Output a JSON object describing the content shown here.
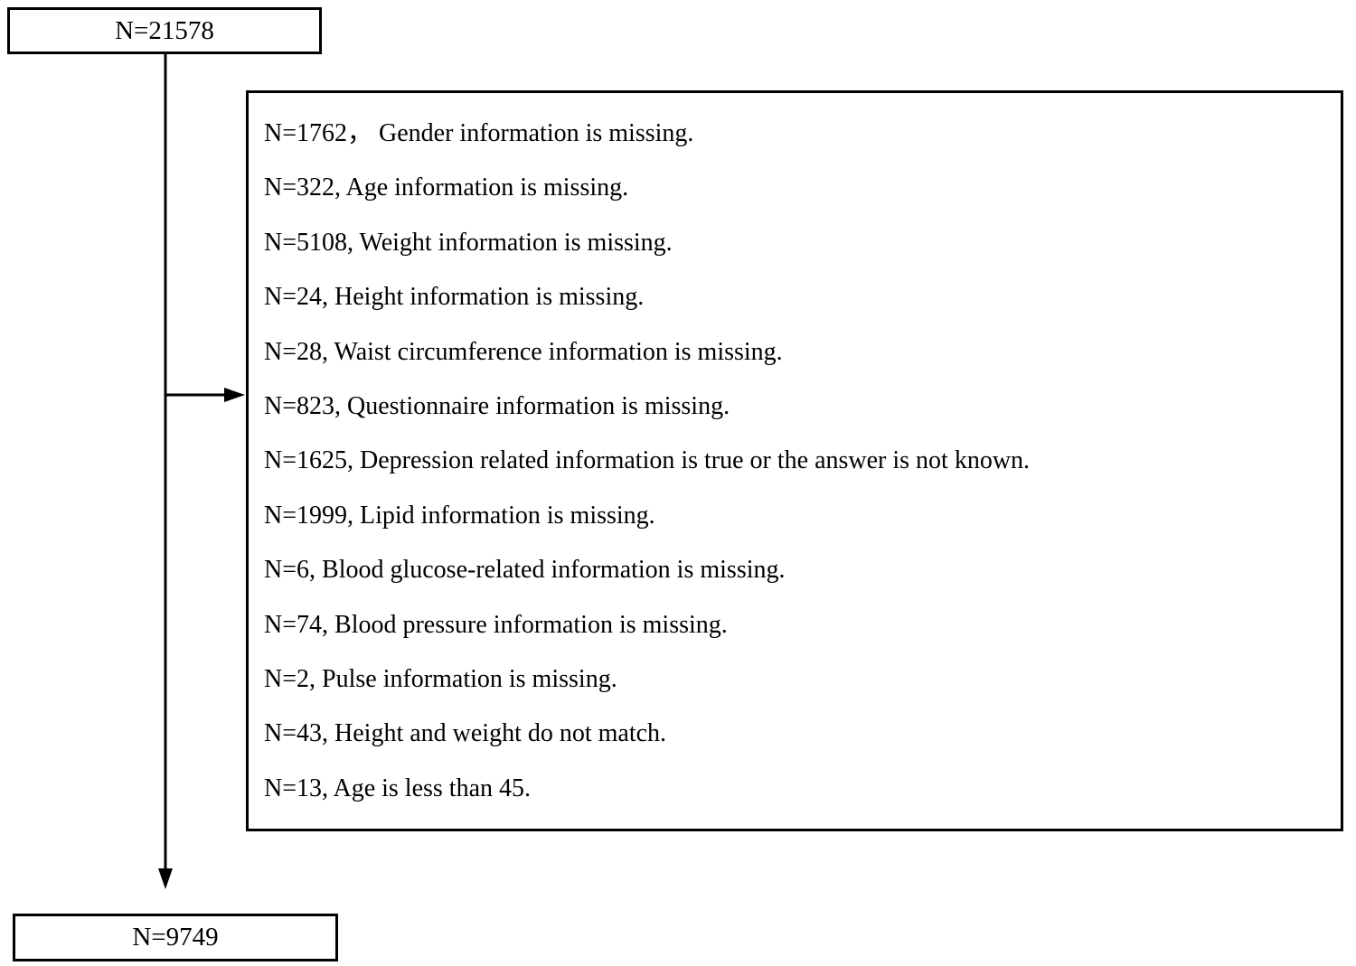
{
  "diagram": {
    "top_box": {
      "label": "N=21578"
    },
    "bottom_box": {
      "label": "N=9749"
    },
    "exclusion_box": {
      "items": [
        "N=1762，  Gender information is missing.",
        "N=322, Age information is missing.",
        "N=5108, Weight information is missing.",
        "N=24, Height information is missing.",
        "N=28, Waist circumference information is missing.",
        "N=823, Questionnaire information is missing.",
        "N=1625, Depression related information is true or the answer is not known.",
        "N=1999, Lipid information is missing.",
        "N=6, Blood glucose-related information is missing.",
        "N=74, Blood pressure information is missing.",
        "N=2, Pulse information is missing.",
        "N=43, Height and weight do not match.",
        "N=13, Age is less than 45."
      ]
    },
    "colors": {
      "line": "#000000",
      "background": "#ffffff"
    }
  }
}
